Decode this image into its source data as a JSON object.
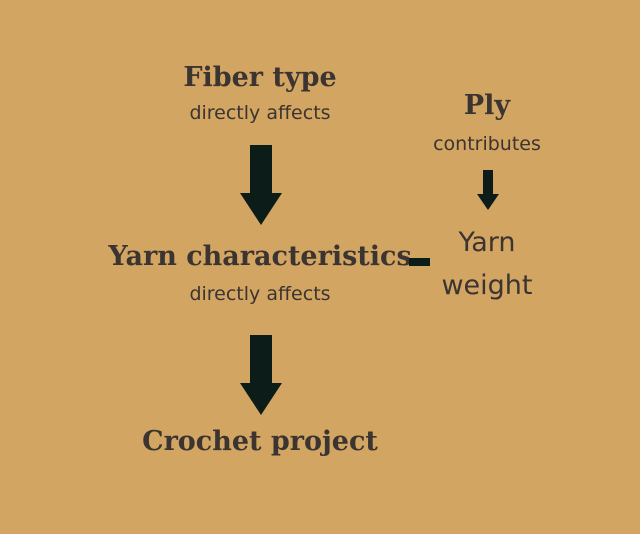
{
  "nodes": {
    "fiber_type": {
      "title": "Fiber type",
      "relation": "directly affects"
    },
    "ply": {
      "title": "Ply",
      "relation": "contributes"
    },
    "yarn_characteristics": {
      "title": "Yarn characteristics",
      "relation": "directly affects"
    },
    "yarn_weight": {
      "line1": "Yarn",
      "line2": "weight"
    },
    "crochet_project": {
      "title": "Crochet project"
    }
  },
  "colors": {
    "background": "#D2A563",
    "text": "#3b3431",
    "arrow": "#0c1c18"
  }
}
